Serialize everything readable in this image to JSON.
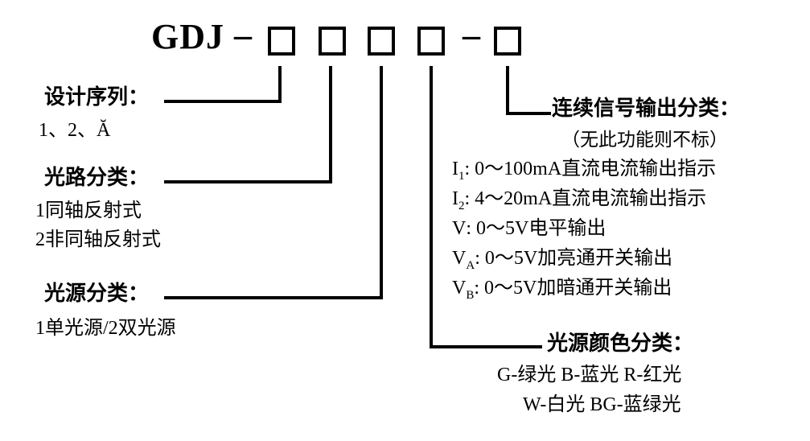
{
  "model": {
    "prefix": "GDJ",
    "separator": "–"
  },
  "sections": {
    "design_series": {
      "heading": "设计序列：",
      "options": "1、2、Ă"
    },
    "optical_path": {
      "heading": "光路分类：",
      "options": [
        "1同轴反射式",
        "2非同轴反射式"
      ]
    },
    "light_source": {
      "heading": "光源分类：",
      "options": "1单光源/2双光源"
    },
    "signal_output": {
      "heading": "连续信号输出分类：",
      "note": "（无此功能则不标）",
      "options": [
        {
          "symbol": "I",
          "subscript": "1",
          "description": ": 0～100mA直流电流输出指示"
        },
        {
          "symbol": "I",
          "subscript": "2",
          "description": ": 4～20mA直流电流输出指示"
        },
        {
          "symbol": "V",
          "subscript": "",
          "description": ": 0～5V电平输出"
        },
        {
          "symbol": "V",
          "subscript": "A",
          "description": ": 0～5V加亮通开关输出"
        },
        {
          "symbol": "V",
          "subscript": "B",
          "description": ": 0～5V加暗通开关输出"
        }
      ]
    },
    "light_color": {
      "heading": "光源颜色分类：",
      "options": [
        "G-绿光 B-蓝光 R-红光",
        "W-白光 BG-蓝绿光"
      ]
    }
  },
  "colors": {
    "ink": "#000000",
    "background": "#ffffff"
  }
}
